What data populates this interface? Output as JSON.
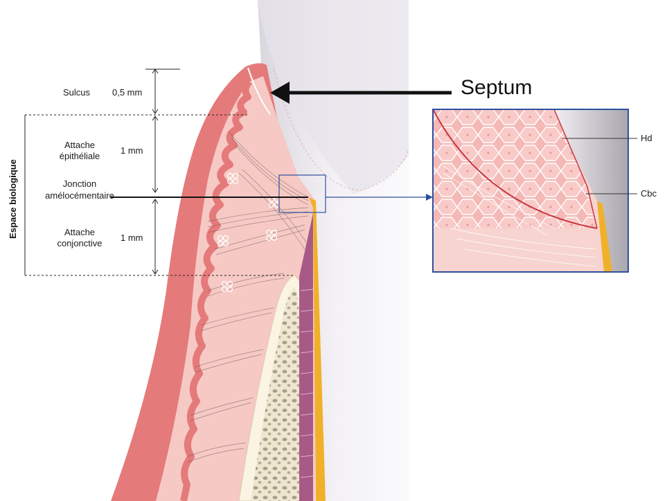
{
  "labels": {
    "septum": "Septum",
    "sulcus": "Sulcus",
    "sulcus_mm": "0,5 mm",
    "attache_epi_1": "Attache",
    "attache_epi_2": "épithéliale",
    "attache_epi_mm": "1 mm",
    "jonction_1": "Jonction",
    "jonction_2": "amélocémentaire",
    "attache_conj_1": "Attache",
    "attache_conj_2": "conjonctive",
    "attache_conj_mm": "1 mm",
    "espace": "Espace biologique",
    "hd": "Hd",
    "cbc": "Cbc"
  },
  "colors": {
    "gingiva_outer": "#e67c7c",
    "gingiva_inner": "#f5c8c4",
    "enamel_yellow": "#f0b02a",
    "cementum_purple": "#a85a86",
    "bone": "#efe6cf",
    "tooth_grey": "#e4e1e8",
    "frame_blue": "#2d4f9e"
  },
  "icons": [
    "arrow-left-icon",
    "arrow-right-icon",
    "fibroblast-icon"
  ]
}
